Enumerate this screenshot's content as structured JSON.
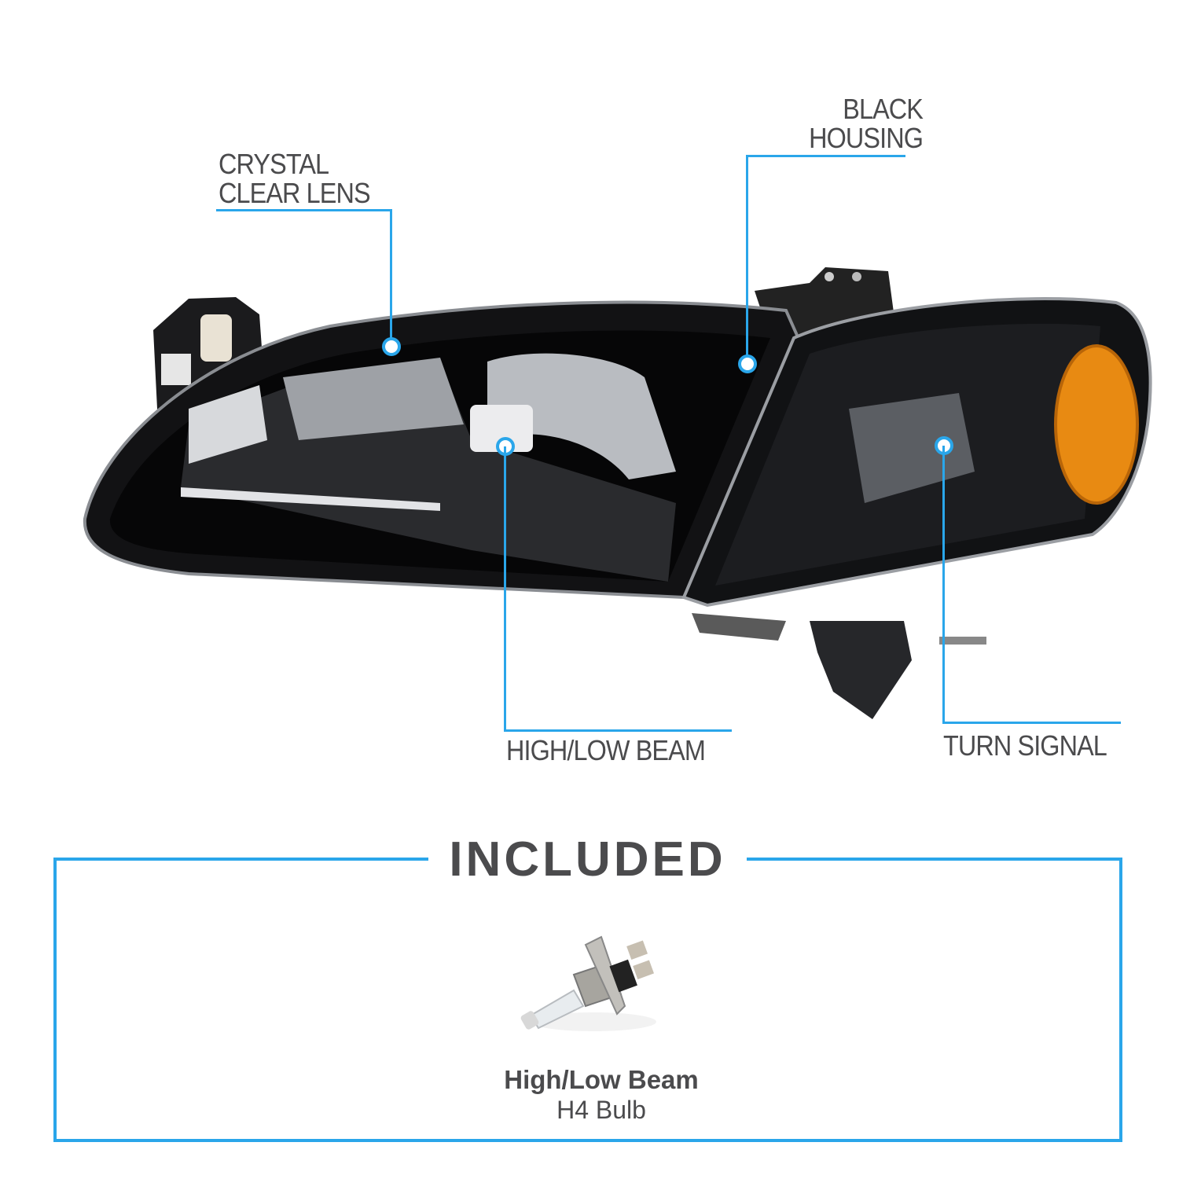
{
  "callouts": {
    "crystal_clear_lens": {
      "line1": "CRYSTAL",
      "line2": "CLEAR LENS"
    },
    "black_housing": {
      "line1": "BLACK",
      "line2": "HOUSING"
    },
    "high_low_beam": {
      "label": "HIGH/LOW BEAM"
    },
    "turn_signal": {
      "label": "TURN SIGNAL"
    }
  },
  "included": {
    "title": "INCLUDED",
    "items": [
      {
        "name": "High/Low Beam",
        "type": "H4 Bulb"
      }
    ]
  },
  "colors": {
    "accent": "#2aa6ea",
    "text": "#4b4b4d",
    "amber": "#e88a12"
  }
}
